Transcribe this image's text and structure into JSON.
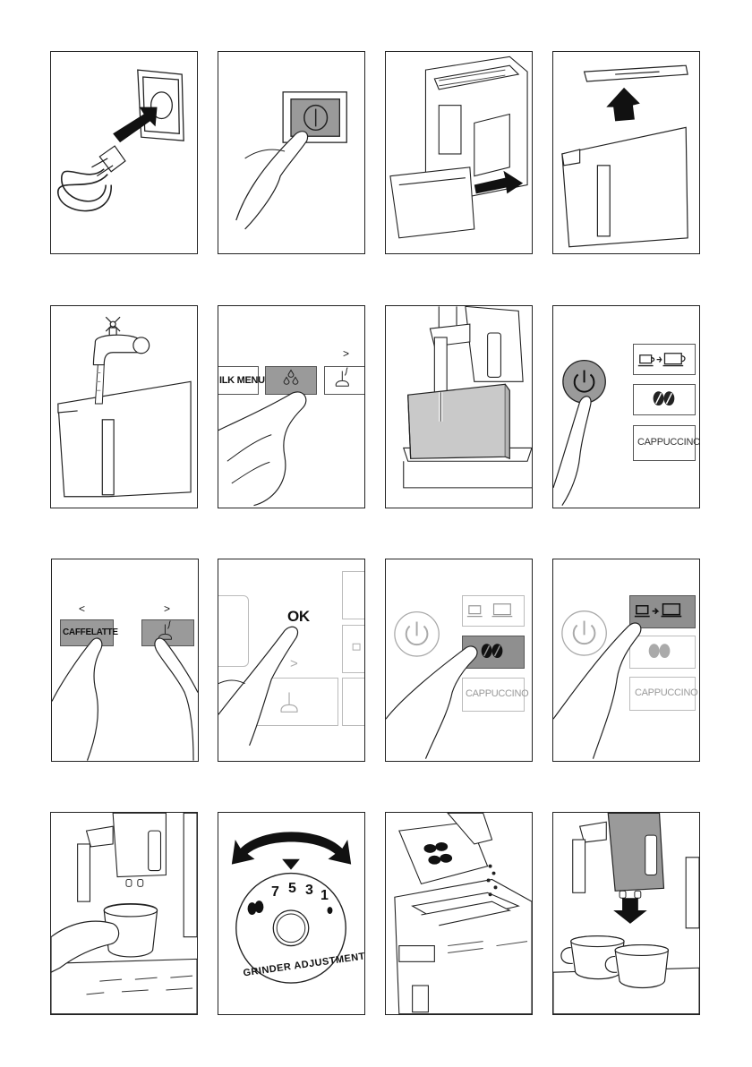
{
  "panels": {
    "p6": {
      "milk_menu_label": "ILK MENU",
      "arrow_right": ">"
    },
    "p9": {
      "caffelatte_label": "CAFFELATTE",
      "arrow_left": "<",
      "arrow_right": ">"
    },
    "p10": {
      "ok_label": "OK",
      "arrow_right": ">"
    },
    "p11": {
      "cappuccino_label": "CAPPUCCINO"
    },
    "p8": {
      "cappuccino_label": "CAPPUCCINO"
    },
    "p12": {
      "cappuccino_label": "CAPPUCCINO"
    },
    "p14": {
      "dial_numbers": [
        "7",
        "5",
        "3",
        "1"
      ],
      "dial_caption": "GRINDER ADJUSTMENT"
    }
  },
  "icons": [
    "plug-icon",
    "power-switch-icon",
    "water-tank-icon",
    "tap-icon",
    "water-drop-icon",
    "steam-icon",
    "power-icon",
    "bean-icon",
    "cup-size-icon",
    "cup-icon",
    "hand-icon",
    "arrow-icon"
  ],
  "colors": {
    "selected_button": "#9a9a9a",
    "outline": "#222222"
  }
}
